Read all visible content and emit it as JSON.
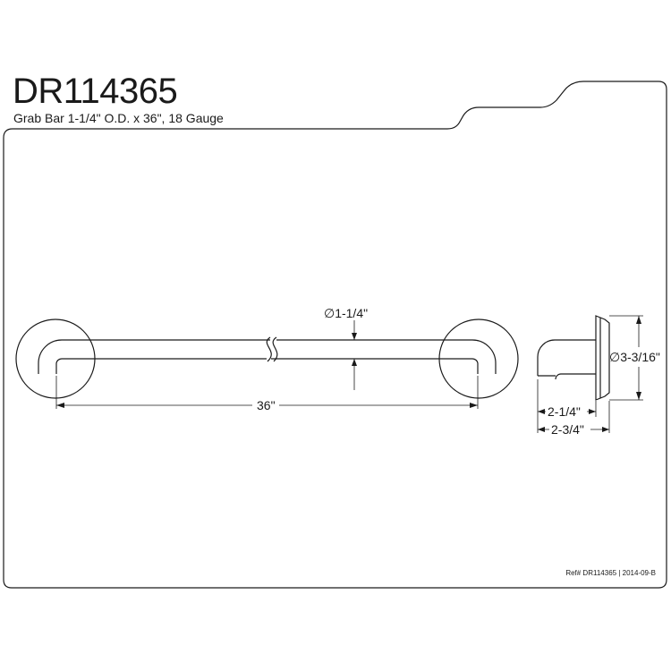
{
  "title_block": {
    "model": "DR114365",
    "description": "Grab Bar 1-1/4\" O.D. x 36\", 18 Gauge"
  },
  "dimensions": {
    "diameter": "∅1-1/4\"",
    "length": "36\"",
    "flange_diameter": "∅3-3/16\"",
    "projection_inner": "2-1/4\"",
    "projection_outer": "2-3/4\""
  },
  "reference": {
    "ref": "Ref# DR114365",
    "separator": "|",
    "revision": "2014-09-B"
  }
}
